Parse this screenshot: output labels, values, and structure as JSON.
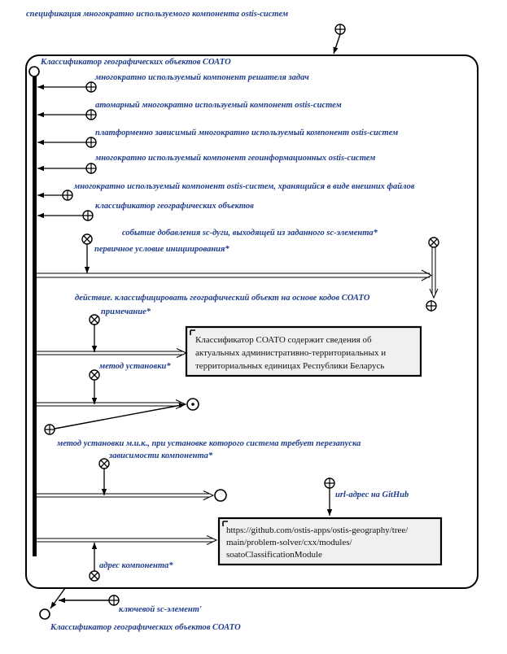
{
  "colors": {
    "label": "#1f3c8c",
    "line": "#000000",
    "note_fill": "#f0f0f0"
  },
  "icons": {
    "class_node": "circle-plus-icon",
    "role_node": "circle-x-icon",
    "var_node": "hollow-circle-icon"
  },
  "title": "спецификация многократно используемого компонента ostis-систем",
  "contour_title": "Классификатор географических объектов СОАТО",
  "classes": [
    "многократно используемый компонент решателя задач",
    "атомарный многократно используемый компонент ostis-систем",
    "платформенно зависимый многократно используемый компонент ostis-систем",
    "многократно используемый компонент геоинформационных ostis-систем",
    "многократно используемый компонент ostis-систем, хранящийся в виде внешних файлов",
    "классификатор географических объектов"
  ],
  "event_label": "событие добавления sc-дуги, выходящей из заданного sc-элемента*",
  "primary_condition_label": "первичное условие инициирования*",
  "action_label": "действие. классифицировать географический объект на основе кодов СОАТО",
  "note_label": "примечание*",
  "note_text": [
    "Классификатор СОАТО содержит сведения об",
    "актуальных административно-территориальных и",
    "территориальных единицах Республики Беларусь"
  ],
  "install_method_label": "метод установки*",
  "restart_method_label": "метод установки м.и.к., при установке которого система требует перезапуска",
  "dependencies_label": "зависимости компонента*",
  "github_label": "url-адрес на GitHub",
  "url_text": [
    "https://github.com/ostis-apps/ostis-geography/tree/",
    "main/problem-solver/cxx/modules/",
    "soatoClassificationModule"
  ],
  "address_label": "адрес компонента*",
  "key_element_label": "ключевой sc-элемент'",
  "bottom_title": "Классификатор географических объектов СОАТО"
}
